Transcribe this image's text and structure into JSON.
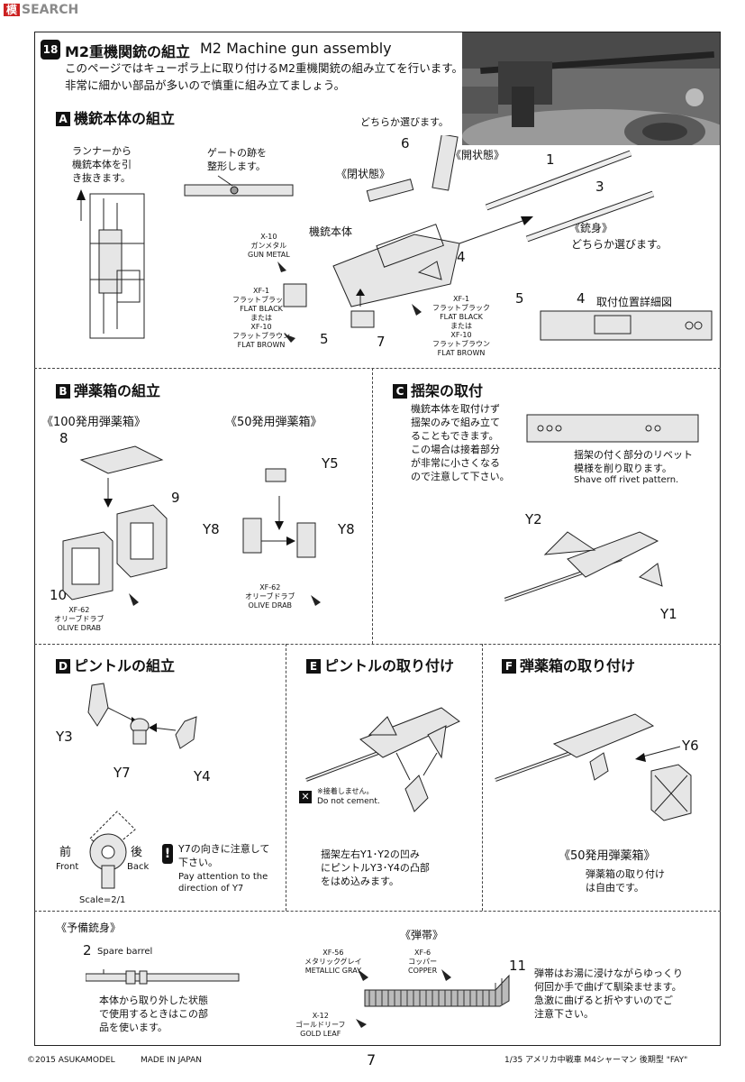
{
  "watermark": "SEARCH",
  "step": {
    "number": "18",
    "title_jp": "M2重機関銃の組立",
    "title_en": "M2 Machine gun assembly",
    "intro_line1": "このページではキューポラ上に取り付けるM2重機関銃の組み立てを行います。",
    "intro_line2": "非常に細かい部品が多いので慎重に組み立てましょう。"
  },
  "sectionA": {
    "letter": "A",
    "title": "機銃本体の組立",
    "runner_note": "ランナーから\n機銃本体を引\nき抜きます。",
    "gate_note": "ゲートの跡を\n整形します。",
    "choose_note": "どちらか選びます。",
    "closed": "《閉状態》",
    "open": "《開状態》",
    "body": "機銃本体",
    "barrel": "《銃身》",
    "barrel_choose": "どちらか選びます。",
    "detail": "取付位置詳細図",
    "paint1_code": "X-10",
    "paint1_jp": "ガンメタル",
    "paint1_en": "GUN METAL",
    "paint2_code": "XF-1",
    "paint2_jp": "フラットブラック",
    "paint2_en": "FLAT BLACK",
    "or": "または",
    "paint3_code": "XF-10",
    "paint3_jp": "フラットブラウン",
    "paint3_en": "FLAT BROWN",
    "parts": [
      "1",
      "3",
      "4",
      "5",
      "6",
      "7",
      "4",
      "5"
    ]
  },
  "sectionB": {
    "letter": "B",
    "title": "弾薬箱の組立",
    "box100": "《100発用弾薬箱》",
    "box50": "《50発用弾薬箱》",
    "parts": [
      "8",
      "9",
      "10",
      "Y5",
      "Y8",
      "Y8"
    ],
    "paint_code": "XF-62",
    "paint_jp": "オリーブドラブ",
    "paint_en": "OLIVE DRAB"
  },
  "sectionC": {
    "letter": "C",
    "title": "揺架の取付",
    "note": "機銃本体を取付けず\n揺架のみで組み立て\nることもできます。\nこの場合は接着部分\nが非常に小さくなる\nので注意して下さい。",
    "rivet_jp": "揺架の付く部分のリベット\n模様を削り取ります。",
    "rivet_en": "Shave off rivet pattern.",
    "parts": [
      "Y2",
      "Y1"
    ]
  },
  "sectionD": {
    "letter": "D",
    "title": "ピントルの組立",
    "parts": [
      "Y3",
      "Y7",
      "Y4"
    ],
    "front_jp": "前",
    "front_en": "Front",
    "back_jp": "後",
    "back_en": "Back",
    "attention_jp": "Y7の向きに注意して\n下さい。",
    "attention_en": "Pay attention to the\ndirection of Y7",
    "scale": "Scale=2/1"
  },
  "sectionE": {
    "letter": "E",
    "title": "ピントルの取り付け",
    "nocement_jp": "※接着しません。",
    "nocement_en": "Do not cement.",
    "note": "揺架左右Y1･Y2の凹み\nにピントルY3･Y4の凸部\nをはめ込みます。"
  },
  "sectionF": {
    "letter": "F",
    "title": "弾薬箱の取り付け",
    "part": "Y6",
    "box50": "《50発用弾薬箱》",
    "note": "弾薬箱の取り付け\nは自由です。"
  },
  "spare": {
    "title": "《予備銃身》",
    "part": "2",
    "label": "Spare barrel",
    "note": "本体から取り外した状態\nで使用するときはこの部\n品を使います。"
  },
  "belt": {
    "title": "《弾帯》",
    "part": "11",
    "paint1_code": "XF-56",
    "paint1_jp": "メタリックグレイ",
    "paint1_en": "METALLIC GRAY",
    "paint2_code": "XF-6",
    "paint2_jp": "コッパー",
    "paint2_en": "COPPER",
    "paint3_code": "X-12",
    "paint3_jp": "ゴールドリーフ",
    "paint3_en": "GOLD LEAF",
    "note": "弾帯はお湯に浸けながらゆっくり\n何回か手で曲げて馴染ませます。\n急激に曲げると折やすいのでご\n注意下さい。"
  },
  "footer": {
    "copyright": "©2015 ASUKAMODEL",
    "made": "MADE IN JAPAN",
    "page": "7",
    "product": "1/35 アメリカ中戦車 M4シャーマン 後期型 \"FAY\""
  }
}
